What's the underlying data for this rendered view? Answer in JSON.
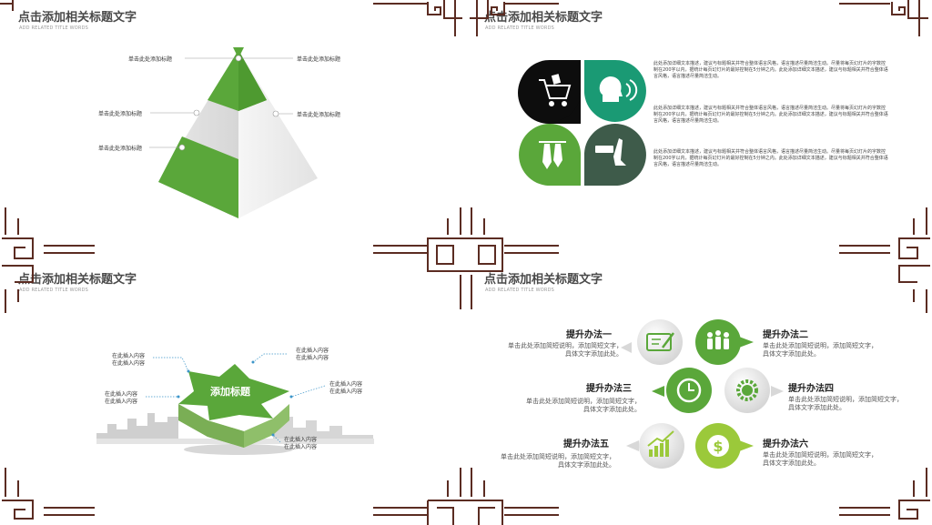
{
  "slides": [
    {
      "title": "点击添加相关标题文字",
      "subtitle": "ADD RELATED TITLE WORDS",
      "labels": [
        "单击此处添加标题",
        "单击此处添加标题",
        "单击此处添加标题",
        "单击此处添加标题",
        "单击此处添加标题"
      ]
    },
    {
      "title": "点击添加相关标题文字",
      "subtitle": "ADD RELATED TITLE WORDS",
      "paragraphs": [
        "此处添加详细文本描述，建议与标题相关并符合整体语言风格，语言描述尽量简洁生动。尽量将每页幻灯片的字数控制在200字以内，据统计每页幻灯片的最好控制在5分钟之内。此处添加详细文本描述，建议与标题相关并符合整体语言风格，语言描述尽量简洁生动。",
        "此处添加详细文本描述，建议与标题相关并符合整体语言风格，语言描述尽量简洁生动。尽量将每页幻灯片的字数控制在200字以内，据统计每页幻灯片的最好控制在5分钟之内。此处添加详细文本描述，建议与标题相关并符合整体语言风格，语言描述尽量简洁生动。",
        "此处添加详细文本描述，建议与标题相关并符合整体语言风格，语言描述尽量简洁生动。尽量将每页幻灯片的字数控制在200字以内，据统计每页幻灯片的最好控制在5分钟之内。此处添加详细文本描述，建议与标题相关并符合整体语言风格，语言描述尽量简洁生动。"
      ],
      "icons": [
        "shopping-cart-icon",
        "speaking-head-icon",
        "ties-icon",
        "card-terminal-icon"
      ]
    },
    {
      "title": "点击添加相关标题文字",
      "subtitle": "ADD RELATED TITLE WORDS",
      "star_label": "添加标题",
      "labels": [
        "在此插入内容\n在此插入内容",
        "在此插入内容\n在此插入内容",
        "在此插入内容\n在此插入内容",
        "在此插入内容\n在此插入内容",
        "在此插入内容\n在此插入内容"
      ]
    },
    {
      "title": "点击添加相关标题文字",
      "subtitle": "ADD RELATED TITLE WORDS",
      "items": [
        {
          "title": "提升办法一",
          "body": "单击此处添加简短说明，添加简短文字，\n具体文字添加此处。",
          "icon": "certificate-icon"
        },
        {
          "title": "提升办法二",
          "body": "单击此处添加简短说明，添加简短文字，\n具体文字添加此处。",
          "icon": "team-icon"
        },
        {
          "title": "提升办法三",
          "body": "单击此处添加简短说明，添加简短文字，\n具体文字添加此处。",
          "icon": "clock-icon"
        },
        {
          "title": "提升办法四",
          "body": "单击此处添加简短说明，添加简短文字，\n具体文字添加此处。",
          "icon": "gear-person-icon"
        },
        {
          "title": "提升办法五",
          "body": "单击此处添加简短说明，添加简短文字，\n具体文字添加此处。",
          "icon": "growth-chart-icon"
        },
        {
          "title": "提升办法六",
          "body": "单击此处添加简短说明，添加简短文字，\n具体文字添加此处。",
          "icon": "dollar-icon"
        }
      ]
    }
  ],
  "colors": {
    "green": "#5aa73a",
    "light_green": "#9bc93a",
    "dark_green": "#3e5b4a",
    "teal": "#1a9a74",
    "frame": "#5b2c22"
  }
}
